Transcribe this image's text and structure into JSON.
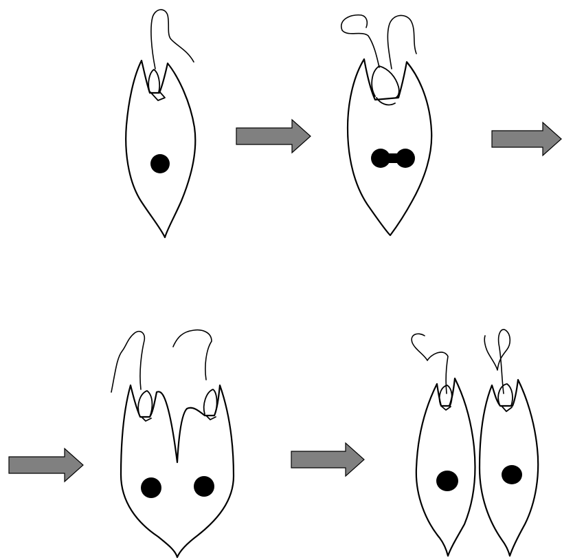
{
  "diagram": {
    "stages": [
      {
        "id": "interphase-cell"
      },
      {
        "id": "nucleus-dividing"
      },
      {
        "id": "cell-splitting"
      },
      {
        "id": "two-daughter-cells"
      }
    ],
    "colors": {
      "arrow": "#808080",
      "nucleus": "#000000",
      "outline": "#000000",
      "background": "#ffffff"
    }
  }
}
